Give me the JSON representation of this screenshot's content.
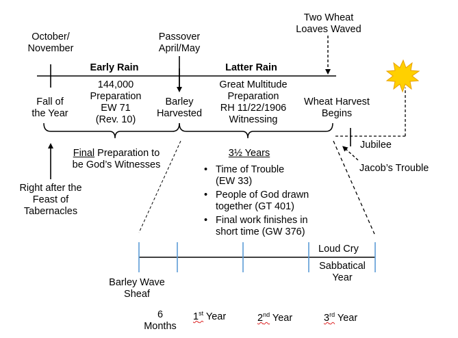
{
  "top_labels": {
    "october_november": [
      "October/",
      "November"
    ],
    "passover": [
      "Passover",
      "April/May"
    ],
    "two_wheat_loaves": [
      "Two Wheat",
      "Loaves Waved"
    ]
  },
  "periods": {
    "early_rain": "Early Rain",
    "latter_rain": "Latter Rain"
  },
  "below_line": {
    "fall_of_year": [
      "Fall of",
      "the Year"
    ],
    "early_prep": [
      "144,000",
      "Preparation",
      "EW 71",
      "(Rev. 10)"
    ],
    "barley_harvested": [
      "Barley",
      "Harvested"
    ],
    "great_multitude": [
      "Great Multitude",
      "Preparation",
      "RH 11/22/1906",
      "Witnessing"
    ],
    "wheat_harvest": [
      "Wheat Harvest",
      "Begins"
    ]
  },
  "final_prep": {
    "underlined": "Final",
    "rest_line1": " Preparation to",
    "line2": "be God’s Witnesses"
  },
  "three_half_years": {
    "title": "3½ Years",
    "bullets": [
      [
        "Time of Trouble",
        "(EW 33)"
      ],
      [
        "People of God drawn",
        "together (GT 401)"
      ],
      [
        "Final work finishes in",
        "short time (GW 376)"
      ]
    ]
  },
  "feast": [
    "Right after the",
    "Feast of",
    "Tabernacles"
  ],
  "jubilee": "Jubilee",
  "jacobs_trouble": "Jacob’s Trouble",
  "sub_timeline": {
    "loud_cry": "Loud Cry",
    "sabbatical": [
      "Sabbatical",
      "Year"
    ],
    "barley_wave": [
      "Barley Wave",
      "Sheaf"
    ],
    "six_months": [
      "6",
      "Months"
    ],
    "year1": {
      "num": "1",
      "sup": "st",
      "word": "Year"
    },
    "year2": {
      "num": "2",
      "sup": "nd",
      "word": "Year"
    },
    "year3": {
      "num": "3",
      "sup": "rd",
      "word": "Year"
    }
  },
  "colors": {
    "line": "#000000",
    "sub_ticks": "#5b9bd5",
    "sun_fill": "#ffd000",
    "sun_stroke": "#e8a000"
  }
}
